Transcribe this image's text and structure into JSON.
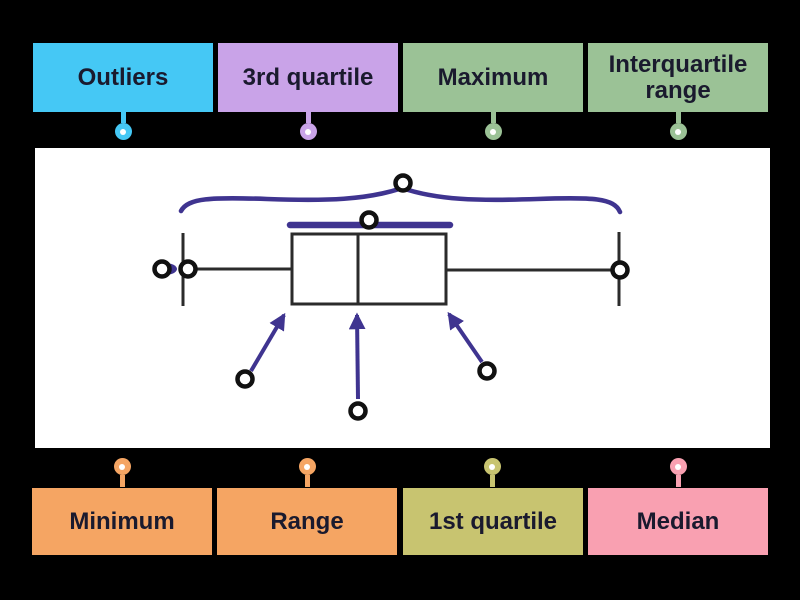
{
  "activity": {
    "type": "labelled-diagram-boxplot",
    "background_color": "#000000",
    "text_color": "#1a1a2e"
  },
  "top_labels": [
    {
      "text": "Outliers",
      "color": "#45c8f5"
    },
    {
      "text": "3rd quartile",
      "color": "#c9a3e8"
    },
    {
      "text": "Maximum",
      "color": "#9bc296"
    },
    {
      "text": "Interquartile range",
      "color": "#9bc296"
    }
  ],
  "bottom_labels": [
    {
      "text": "Minimum",
      "color": "#f5a563"
    },
    {
      "text": "Range",
      "color": "#f5a563"
    },
    {
      "text": "1st quartile",
      "color": "#c8c470"
    },
    {
      "text": "Median",
      "color": "#f9a0b1"
    }
  ],
  "diagram": {
    "panel_color": "#ffffff",
    "plot_stroke_color": "#2b2b2b",
    "annotation_color": "#3f3490",
    "target_circle_stroke": "#111111",
    "drop_targets": [
      "left-outlier-dot",
      "left-whisker-cap",
      "interquartile-bar",
      "top-brace",
      "right-whisker-cap",
      "box-left-edge-arrow",
      "median-line-arrow",
      "box-right-edge-arrow"
    ]
  }
}
